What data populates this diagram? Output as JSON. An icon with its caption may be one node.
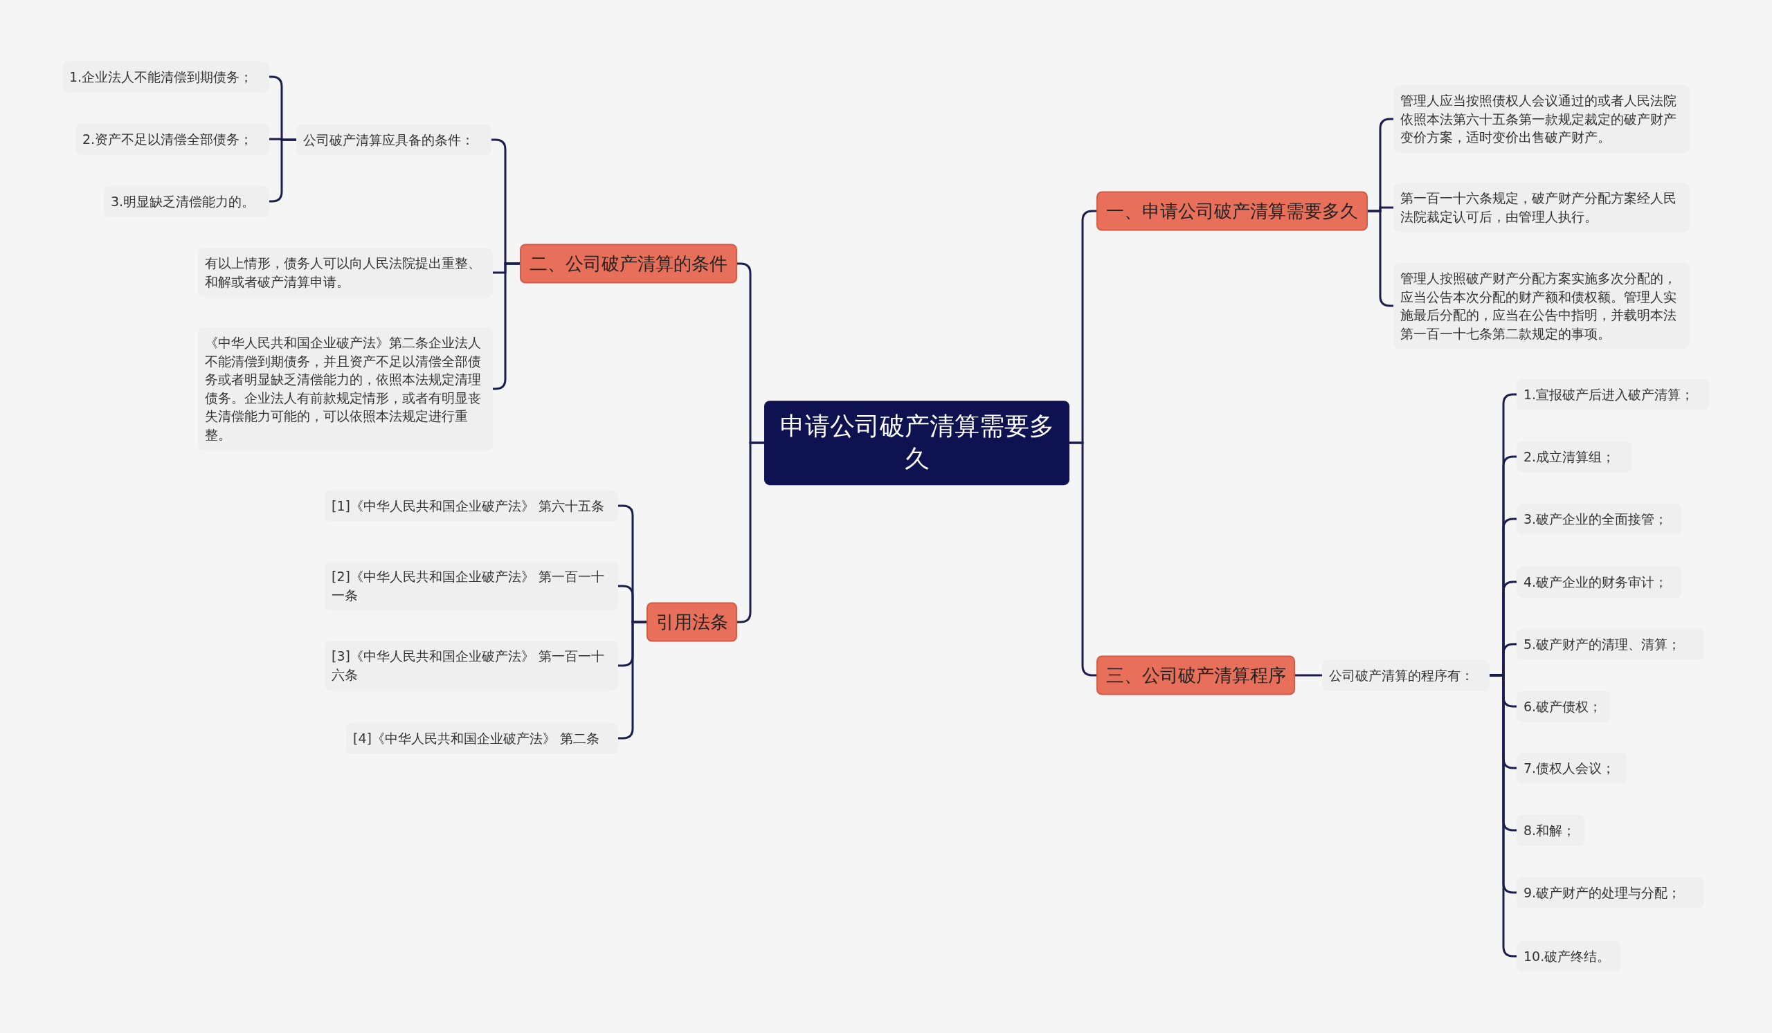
{
  "diagram": {
    "nodes": [
      {
        "text": [
          "申请公司破产清算需要多久"
        ]
      },
      {
        "text": [
          "一、申请公司破产清算需要多久"
        ]
      },
      {
        "text": [
          "管理人应当按照债权人会议通过的或者人民法院依照本法第六十五条第一款规定裁定的破产财产变价方案，适时变价出售破产财产。"
        ]
      },
      {
        "text": [
          "第一百一十六条规定，破产财产分配方案经人民法院裁定认可后，由管理人执行。"
        ]
      },
      {
        "text": [
          "管理人按照破产财产分配方案实施多次分配的，应当公告本次分配的财产额和债权额。管理人实施最后分配的，应当在公告中指明，并载明本法第一百一十七条第二款规定的事项。"
        ]
      },
      {
        "text": [
          "二、公司破产清算的条件"
        ]
      },
      {
        "text": [
          "公司破产清算应具备的条件："
        ]
      },
      {
        "text": [
          "1.企业法人不能清偿到期债务；"
        ]
      },
      {
        "text": [
          "2.资产不足以清偿全部债务；"
        ]
      },
      {
        "text": [
          "3.明显缺乏清偿能力的。"
        ]
      },
      {
        "text": [
          "有以上情形，债务人可以向人民法院提出重整、和解或者破产清算申请。"
        ]
      },
      {
        "text": [
          "《中华人民共和国企业破产法》第二条企业法人不能清偿到期债务，并且资产不足以清偿全部债务或者明显缺乏清偿能力的，依照本法规定清理债务。企业法人有前款规定情形，或者有明显丧失清偿能力可能的，可以依照本法规定进行重整。"
        ]
      },
      {
        "text": [
          "引用法条"
        ]
      },
      {
        "text": [
          "[1]《中华人民共和国企业破产法》 第六十五条"
        ]
      },
      {
        "text": [
          "[2]《中华人民共和国企业破产法》 第一百一十一条"
        ]
      },
      {
        "text": [
          "[3]《中华人民共和国企业破产法》 第一百一十六条"
        ]
      },
      {
        "text": [
          "[4]《中华人民共和国企业破产法》 第二条"
        ]
      },
      {
        "text": [
          "三、公司破产清算程序"
        ]
      },
      {
        "text": [
          "公司破产清算的程序有："
        ]
      },
      {
        "text": [
          "1.宣报破产后进入破产清算；"
        ]
      },
      {
        "text": [
          "2.成立清算组；"
        ]
      },
      {
        "text": [
          "3.破产企业的全面接管；"
        ]
      },
      {
        "text": [
          "4.破产企业的财务审计；"
        ]
      },
      {
        "text": [
          "5.破产财产的清理、清算；"
        ]
      },
      {
        "text": [
          "6.破产债权；"
        ]
      },
      {
        "text": [
          "7.债权人会议；"
        ]
      },
      {
        "text": [
          "8.和解；"
        ]
      },
      {
        "text": [
          "9.破产财产的处理与分配；"
        ]
      },
      {
        "text": [
          "10.破产终结。"
        ]
      }
    ],
    "edges": [
      {
        "from": 0,
        "to": 1,
        "arrow": "none"
      },
      {
        "from": 1,
        "to": 2,
        "arrow": "none"
      },
      {
        "from": 1,
        "to": 3,
        "arrow": "none"
      },
      {
        "from": 1,
        "to": 4,
        "arrow": "none"
      },
      {
        "from": 0,
        "to": 5,
        "arrow": "none"
      },
      {
        "from": 5,
        "to": 6,
        "arrow": "none"
      },
      {
        "from": 6,
        "to": 7,
        "arrow": "none"
      },
      {
        "from": 6,
        "to": 8,
        "arrow": "none"
      },
      {
        "from": 6,
        "to": 9,
        "arrow": "none"
      },
      {
        "from": 5,
        "to": 10,
        "arrow": "none"
      },
      {
        "from": 5,
        "to": 11,
        "arrow": "none"
      },
      {
        "from": 0,
        "to": 12,
        "arrow": "none"
      },
      {
        "from": 12,
        "to": 13,
        "arrow": "none"
      },
      {
        "from": 12,
        "to": 14,
        "arrow": "none"
      },
      {
        "from": 12,
        "to": 15,
        "arrow": "none"
      },
      {
        "from": 12,
        "to": 16,
        "arrow": "none"
      },
      {
        "from": 0,
        "to": 17,
        "arrow": "none"
      },
      {
        "from": 17,
        "to": 18,
        "arrow": "none"
      },
      {
        "from": 18,
        "to": 19,
        "arrow": "none"
      },
      {
        "from": 18,
        "to": 20,
        "arrow": "none"
      },
      {
        "from": 18,
        "to": 21,
        "arrow": "none"
      },
      {
        "from": 18,
        "to": 22,
        "arrow": "none"
      },
      {
        "from": 18,
        "to": 23,
        "arrow": "none"
      },
      {
        "from": 18,
        "to": 24,
        "arrow": "none"
      },
      {
        "from": 18,
        "to": 25,
        "arrow": "none"
      },
      {
        "from": 18,
        "to": 26,
        "arrow": "none"
      },
      {
        "from": 18,
        "to": 27,
        "arrow": "none"
      },
      {
        "from": 18,
        "to": 28,
        "arrow": "none"
      }
    ]
  }
}
